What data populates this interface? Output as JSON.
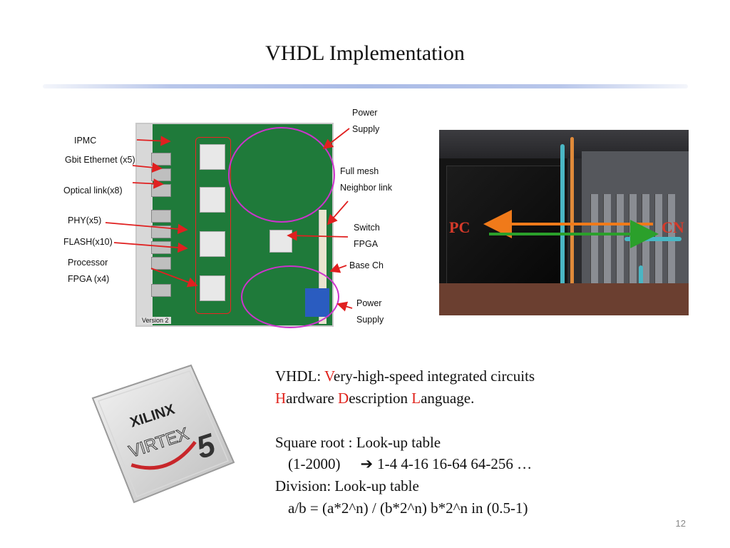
{
  "slide": {
    "title": "VHDL Implementation",
    "page_number": "12"
  },
  "board_figure": {
    "version_label": "Version 2",
    "labels_left": [
      "IPMC",
      "Gbit Ethernet (x5)",
      "Optical link(x8)",
      "PHY(x5)",
      "FLASH(x10)",
      "Processor",
      "FPGA (x4)"
    ],
    "labels_right": [
      "Power",
      "Supply",
      "Full mesh",
      "Neighbor link",
      "Switch",
      "FPGA",
      "Base Ch",
      "Power",
      "Supply"
    ]
  },
  "rack_figure": {
    "left_label": "PC",
    "right_label": "CN",
    "arrow_pc_color": "#f07a1a",
    "arrow_cn_color": "#2ba02b"
  },
  "chip_figure": {
    "brand": "XILINX",
    "product": "VIRTEX",
    "version": "5"
  },
  "text": {
    "line1_prefix": "VHDL: ",
    "line1_v": "V",
    "line1_rest": "ery-high-speed integrated circuits",
    "line2_h": "H",
    "line2_a": "ardware ",
    "line2_d": "D",
    "line2_b": "escription ",
    "line2_l": "L",
    "line2_c": "anguage.",
    "sqrt_title": "Square root :  Look-up table",
    "sqrt_range": "(1-2000)",
    "sqrt_map": "1-4     4-16    16-64     64-256  …",
    "div_title": "Division:  Look-up table",
    "div_formula": "a/b    =  (a*2^n) / (b*2^n)       b*2^n in (0.5-1)"
  },
  "colors": {
    "accent_red": "#e0221b",
    "oval_magenta": "#cc33cc",
    "pointer_red": "#e02020"
  }
}
